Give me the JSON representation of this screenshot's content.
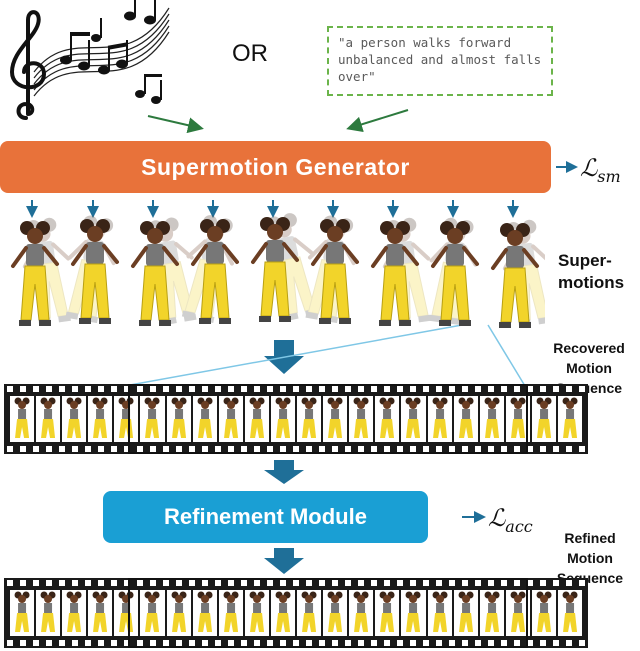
{
  "or_text": "OR",
  "text_prompt": "\"a person walks forward unbalanced and almost falls over\"",
  "generator_label": "Supermotion Generator",
  "loss_sm": {
    "base": "ℒ",
    "sub": "sm"
  },
  "supermotions_label": [
    "Super-",
    "motions"
  ],
  "recovered_label": [
    "Recovered",
    "Motion",
    "Sequence"
  ],
  "refinement_label": "Refinement Module",
  "loss_acc": {
    "base": "ℒ",
    "sub": "acc"
  },
  "refined_label": [
    "Refined",
    "Motion",
    "Sequence"
  ],
  "colors": {
    "generator": "#e8723a",
    "refinement": "#1a9fd4",
    "prompt_border": "#6bb44a",
    "arrow_blue": "#1f6f98",
    "arrow_green": "#2d7a3e",
    "figure_pants": "#f2d42a",
    "figure_skin": "#6b3e23"
  },
  "icons": [
    "music-notes-icon",
    "dancer-figure-icon",
    "film-strip-icon"
  ]
}
